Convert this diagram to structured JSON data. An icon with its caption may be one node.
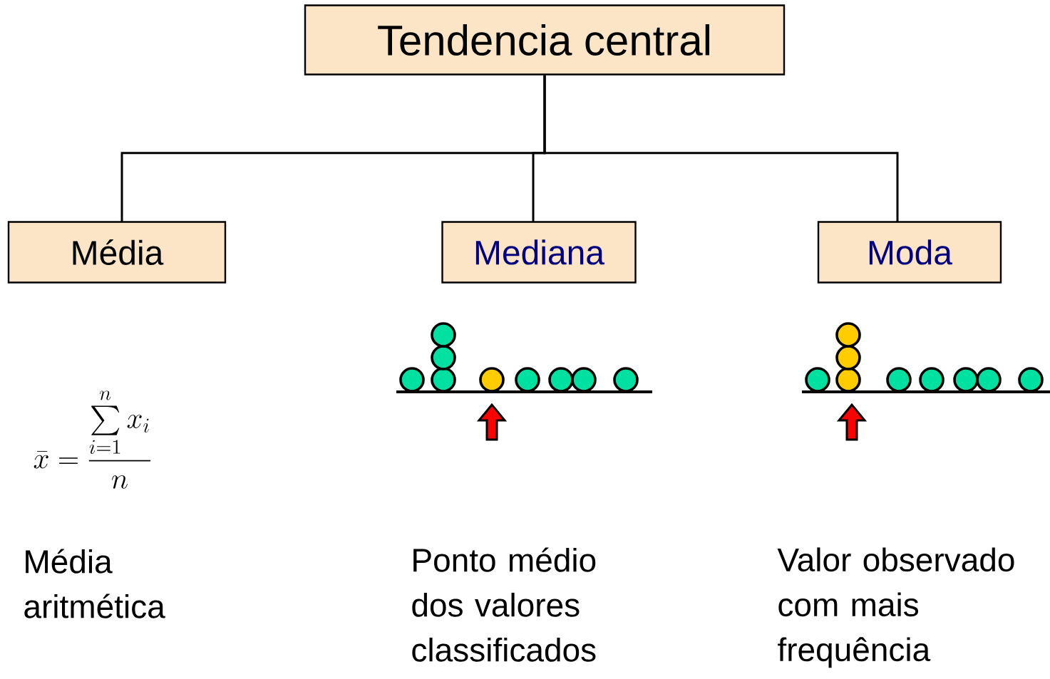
{
  "diagram": {
    "nodes": [
      {
        "text": [
          "Tendencia central"
        ]
      },
      {
        "text": [
          "Média"
        ]
      },
      {
        "text": [
          "Mediana"
        ]
      },
      {
        "text": [
          "Moda"
        ]
      }
    ],
    "edges": [
      {
        "from": 0,
        "to": 1,
        "arrow": "none"
      },
      {
        "from": 0,
        "to": 2,
        "arrow": "none"
      },
      {
        "from": 0,
        "to": 3,
        "arrow": "none"
      }
    ],
    "labels": [
      "\\bar{x}=\\frac{\\sum\\limits_{i=1}^{n} x_{i}}{n}",
      "Média aritmética",
      "Ponto médio dos valores classificados",
      "Valor observado com mais frequência"
    ]
  }
}
